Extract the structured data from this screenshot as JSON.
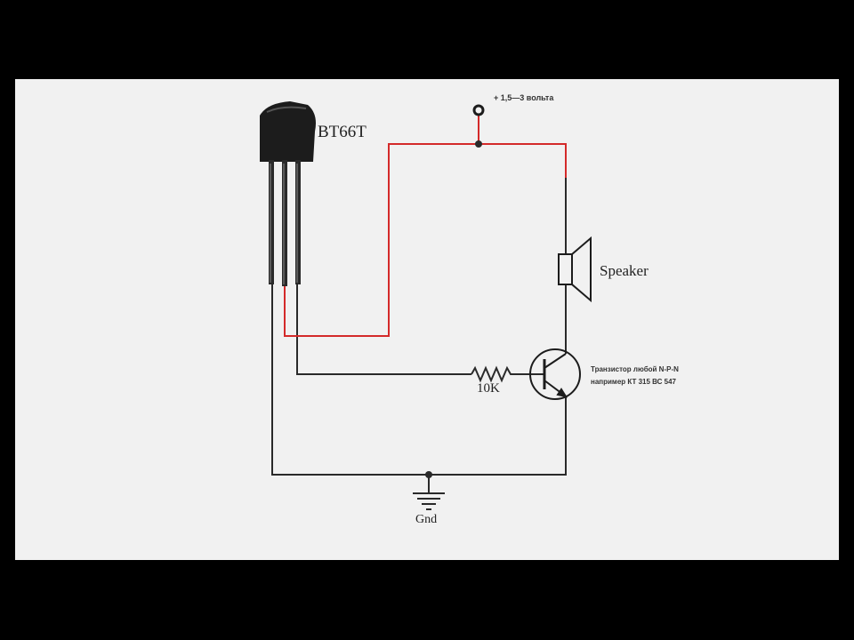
{
  "colors": {
    "frame": "#000000",
    "background": "#f1f1f1",
    "wire": "#2a2a2a",
    "supply_wire": "#d42a2a",
    "chip_body": "#1c1c1c"
  },
  "labels": {
    "part": "BT66T",
    "supply": "+ 1,5—3 вольта",
    "speaker": "Speaker",
    "resistor": "10K",
    "ground": "Gnd",
    "transistor_line1": "Транзистор любой N-P-N",
    "transistor_line2": "например КТ 315 ВС 547"
  },
  "icons": [
    "to92-chip-icon",
    "speaker-icon",
    "npn-transistor-icon",
    "resistor-icon",
    "ground-icon",
    "supply-terminal-icon"
  ]
}
